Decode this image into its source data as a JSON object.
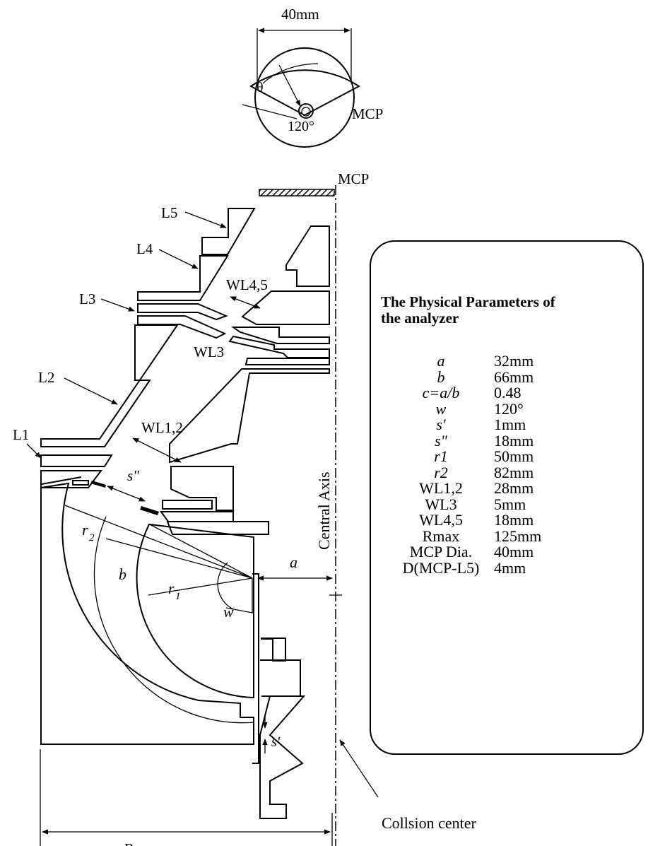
{
  "top_view": {
    "dimension_label": "40mm",
    "angle_symbol": "θ",
    "angle_label": "120°",
    "mcp_label": "MCP"
  },
  "section": {
    "mcp_label": "MCP",
    "lenses": {
      "l1": "L1",
      "l2": "L2",
      "l3": "L3",
      "l4": "L4",
      "l5": "L5"
    },
    "gaps": {
      "wl12": "WL1,2",
      "wl3": "WL3",
      "wl45": "WL4,5",
      "s_double": "s\"",
      "s_single": "s'"
    },
    "radii": {
      "r2": "r",
      "r2_sub": "2",
      "r1": "r",
      "r1_sub": "1",
      "b": "b",
      "w": "w",
      "a": "a"
    },
    "central_axis": "Central Axis",
    "rmax": "Rmax",
    "collision_center": "Collsion center"
  },
  "params": {
    "title_line1": "The Physical Parameters of",
    "title_line2": "the analyzer",
    "rows": [
      {
        "sym": "a",
        "val": "32mm",
        "italic": true
      },
      {
        "sym": "b",
        "val": "66mm",
        "italic": true
      },
      {
        "sym": "c=a/b",
        "val": "0.48",
        "italic": true
      },
      {
        "sym": "w",
        "val": "120°",
        "italic": true
      },
      {
        "sym": "s'",
        "val": "1mm",
        "italic": true
      },
      {
        "sym": "s\"",
        "val": "18mm",
        "italic": true
      },
      {
        "sym": "r1",
        "val": "50mm",
        "italic": true
      },
      {
        "sym": "r2",
        "val": "82mm",
        "italic": true
      },
      {
        "sym": "WL1,2",
        "val": "28mm",
        "italic": false
      },
      {
        "sym": "WL3",
        "val": "5mm",
        "italic": false
      },
      {
        "sym": "WL4,5",
        "val": "18mm",
        "italic": false
      },
      {
        "sym": "Rmax",
        "val": "125mm",
        "italic": false
      },
      {
        "sym": "MCP Dia.",
        "val": "40mm",
        "italic": false
      },
      {
        "sym": "D(MCP-L5)",
        "val": "4mm",
        "italic": false
      }
    ]
  }
}
